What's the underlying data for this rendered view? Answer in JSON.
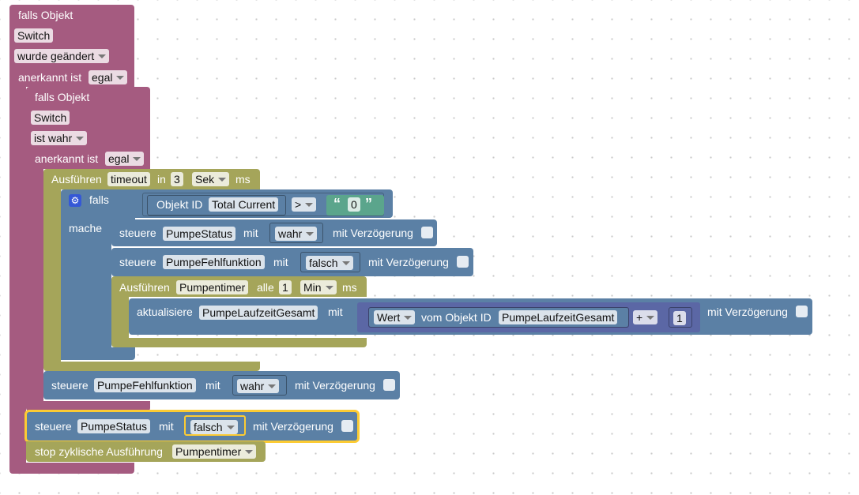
{
  "outer_trigger": {
    "label": "falls Objekt",
    "object": "Switch",
    "condition": "wurde geändert",
    "ack_label": "anerkannt ist",
    "ack_value": "egal"
  },
  "inner_trigger": {
    "label": "falls Objekt",
    "object": "Switch",
    "condition": "ist wahr",
    "ack_label": "anerkannt ist",
    "ack_value": "egal"
  },
  "timeout_block": {
    "label": "Ausführen",
    "name": "timeout",
    "in_label": "in",
    "value": "3",
    "unit": "Sek",
    "ms_label": "ms"
  },
  "if_block": {
    "if_label": "falls",
    "do_label": "mache",
    "obj_label": "Objekt ID",
    "obj_value": "Total Current",
    "operator": ">",
    "text_value": "0",
    "quote_open": "“",
    "quote_close": "”"
  },
  "control1": {
    "label": "steuere",
    "var": "PumpeStatus",
    "with": "mit",
    "value": "wahr",
    "delay_label": "mit Verzögerung"
  },
  "control2": {
    "label": "steuere",
    "var": "PumpeFehlfunktion",
    "with": "mit",
    "value": "falsch",
    "delay_label": "mit Verzögerung"
  },
  "interval_block": {
    "label": "Ausführen",
    "name": "Pumpentimer",
    "every_label": "alle",
    "value": "1",
    "unit": "Min",
    "ms_label": "ms"
  },
  "update_block": {
    "label": "aktualisiere",
    "var": "PumpeLaufzeitGesamt",
    "with": "mit",
    "get_field": "Wert",
    "get_label": "vom Objekt ID",
    "get_obj": "PumpeLaufzeitGesamt",
    "math_op": "+",
    "num": "1",
    "delay_label": "mit Verzögerung"
  },
  "control3": {
    "label": "steuere",
    "var": "PumpeFehlfunktion",
    "with": "mit",
    "value": "wahr",
    "delay_label": "mit Verzögerung"
  },
  "control4": {
    "label": "steuere",
    "var": "PumpeStatus",
    "with": "mit",
    "value": "falsch",
    "delay_label": "mit Verzögerung"
  },
  "stop_block": {
    "label": "stop zyklische Ausführung",
    "name": "Pumpentimer"
  },
  "colors": {
    "event": "#a55b80",
    "control": "#a5a55a",
    "io": "#5b80a5",
    "logic": "#5b67a5",
    "math": "#5ba58c",
    "selection": "#fccb33"
  }
}
